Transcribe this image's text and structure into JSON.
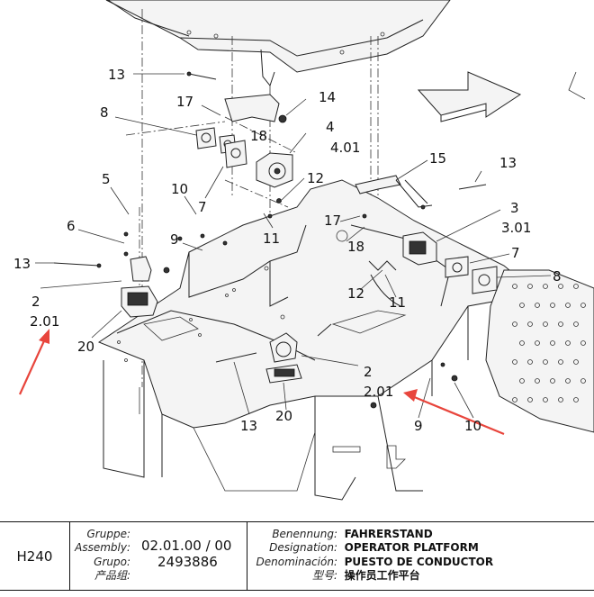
{
  "callouts": {
    "c13a": "13",
    "c14": "14",
    "c17a": "17",
    "c8a": "8",
    "c18a": "18",
    "c4": "4",
    "c4_01": "4.01",
    "c12a": "12",
    "c5": "5",
    "c10a": "10",
    "c7a": "7",
    "c15": "15",
    "c13b": "13",
    "c3": "3",
    "c3_01": "3.01",
    "c6": "6",
    "c9a": "9",
    "c17b": "17",
    "c11a": "11",
    "c18b": "18",
    "c7b": "7",
    "c13c": "13",
    "c8b": "8",
    "c2a": "2",
    "c2_01a": "2.01",
    "c12b": "12",
    "c11b": "11",
    "c20a": "20",
    "c2b": "2",
    "c2_01b": "2.01",
    "c13d": "13",
    "c20b": "20",
    "c9b": "9",
    "c10b": "10"
  },
  "titleblock": {
    "model": "H240",
    "labels": {
      "gruppe": "Gruppe:",
      "assembly": "Assembly:",
      "grupo": "Grupo:",
      "chanpinzu": "产品组:",
      "benennung": "Benennung:",
      "designation": "Designation:",
      "denominacion": "Denominación:",
      "xinghao": "型号:"
    },
    "group_number": "02.01.00 / 00",
    "part_number": "2493886",
    "names": {
      "de": "FAHRERSTAND",
      "en": "OPERATOR PLATFORM",
      "es": "PUESTO DE CONDUCTOR",
      "zh": "操作员工作平台"
    }
  },
  "colors": {
    "annotation_arrow": "#e8453c",
    "line": "#222222"
  }
}
